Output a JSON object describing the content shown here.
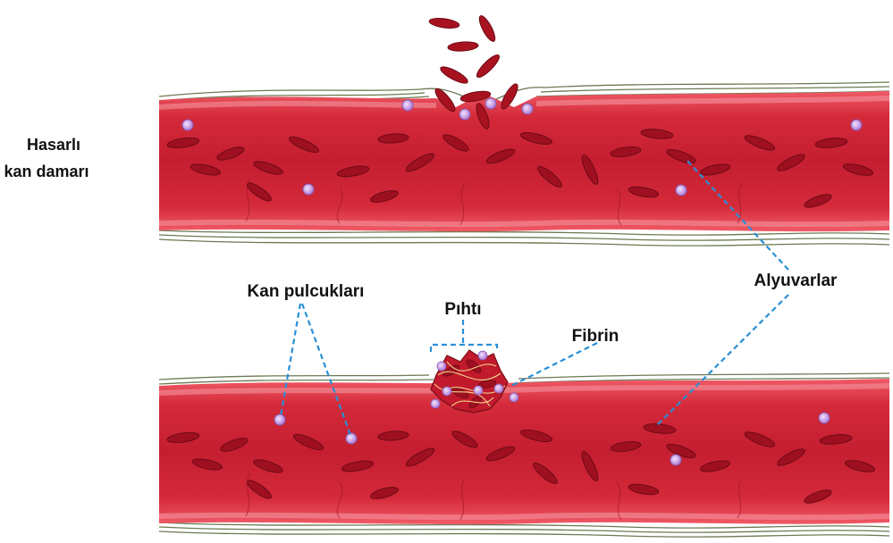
{
  "labels": {
    "damaged_vessel_line1": "Hasarlı",
    "damaged_vessel_line2": "kan damarı",
    "platelets": "Kan pulcukları",
    "clot": "Pıhtı",
    "fibrin": "Fibrin",
    "red_blood_cells": "Alyuvarlar"
  },
  "colors": {
    "vessel_lumen": "#cc1f33",
    "vessel_wall": "#e04a57",
    "red_blood_cell": "#9e1020",
    "platelet": "#c79be0",
    "fiber": "#5f6e4a",
    "leader_line": "#2a8fd6"
  }
}
